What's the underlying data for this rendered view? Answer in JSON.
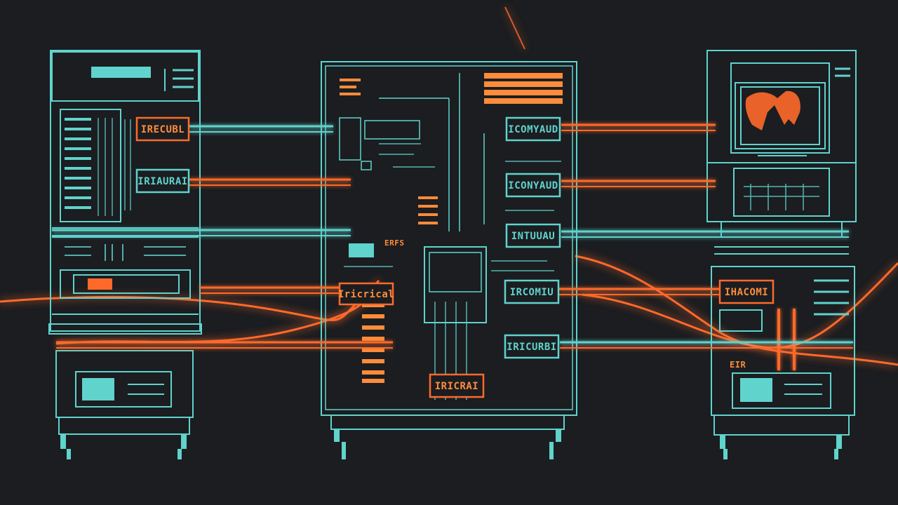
{
  "colors": {
    "background": "#1b1d21",
    "cyan": "#5fd3cc",
    "orange": "#ff6a2a",
    "orange_glow": "#ff8c3a"
  },
  "labels": {
    "left_top": "IRECUBL",
    "left_bottom": "IRIAURAI",
    "center_left": "Iricrical",
    "center_r1": "ICOMYAUD",
    "center_r2": "ICONYAUD",
    "center_r3": "INTUUAU",
    "center_r4": "IRCOMIU",
    "center_r5": "IRICURBI",
    "center_bottom": "IRICRAI",
    "center_small": "ERFS",
    "right": "IHACOMI",
    "right_small": "EIR"
  },
  "icons": {
    "left_machine": "server-rack-icon",
    "center_machine": "control-cabinet-icon",
    "right_machine": "computer-terminal-icon"
  }
}
